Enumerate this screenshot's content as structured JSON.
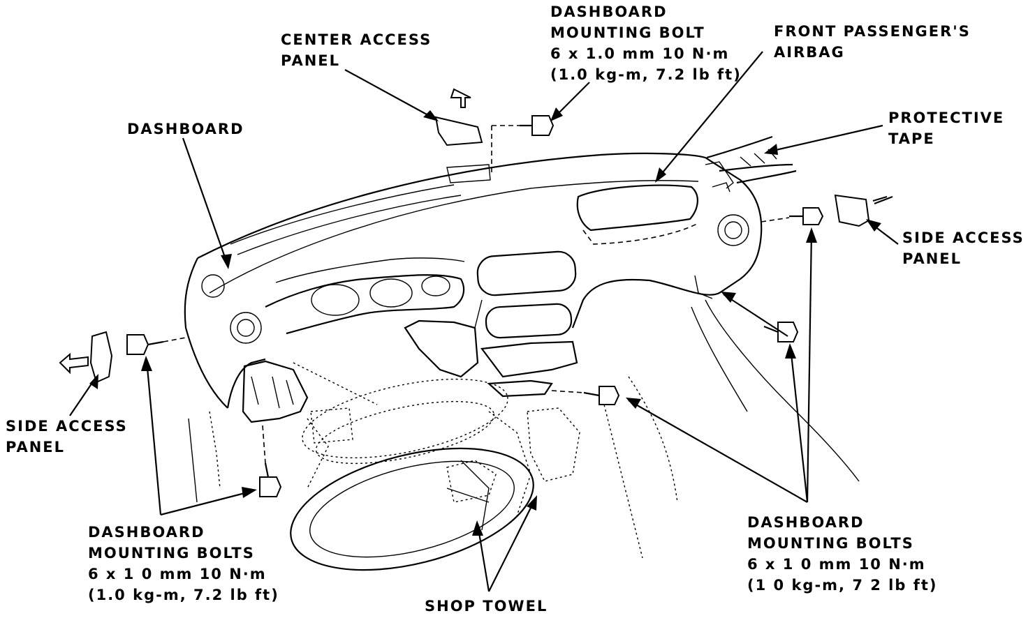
{
  "labels": {
    "dashboard_bolt_top": [
      "DASHBOARD",
      "MOUNTING BOLT",
      "6 x 1.0 mm 10 N·m",
      "(1.0 kg-m, 7.2 lb ft)"
    ],
    "center_access_panel": [
      "CENTER ACCESS",
      "PANEL"
    ],
    "front_passenger_airbag": [
      "FRONT PASSENGER'S",
      "AIRBAG"
    ],
    "protective_tape": [
      "PROTECTIVE",
      "TAPE"
    ],
    "dashboard": [
      "DASHBOARD"
    ],
    "side_access_panel_right": [
      "SIDE ACCESS",
      "PANEL"
    ],
    "side_access_panel_left": [
      "SIDE ACCESS",
      "PANEL"
    ],
    "dashboard_bolts_left": [
      "DASHBOARD",
      "MOUNTING BOLTS",
      "6 x 1 0 mm 10 N·m",
      "(1.0 kg-m, 7.2 lb ft)"
    ],
    "dashboard_bolts_right": [
      "DASHBOARD",
      "MOUNTING BOLTS",
      "6 x 1 0 mm 10 N·m",
      "(1 0 kg-m, 7 2 lb ft)"
    ],
    "shop_towel": [
      "SHOP TOWEL"
    ]
  }
}
